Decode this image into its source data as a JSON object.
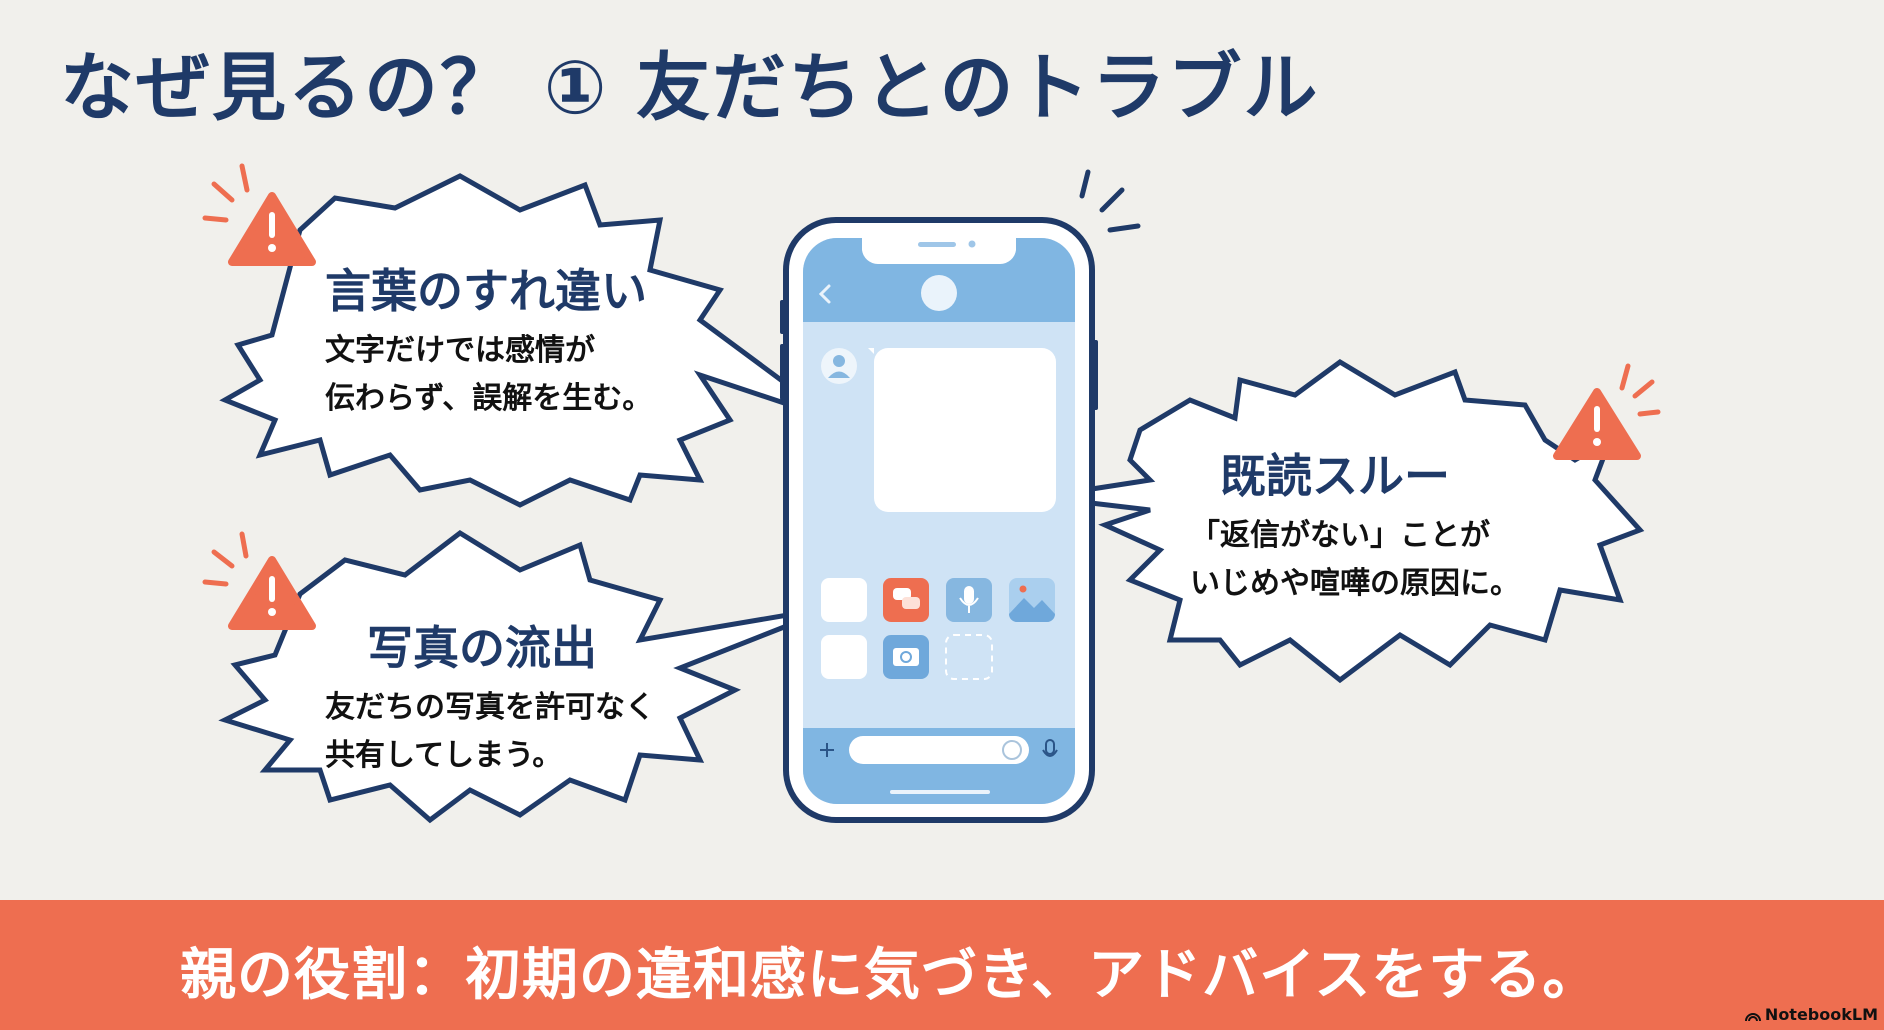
{
  "slide": {
    "title": "なぜ見るの？ ① 友だちとのトラブル"
  },
  "bursts": [
    {
      "id": "misunderstanding",
      "title": "言葉のすれ違い",
      "lines": [
        "文字だけでは感情が",
        "伝わらず、誤解を生む。"
      ],
      "icon": "warning-icon"
    },
    {
      "id": "photo-leak",
      "title": "写真の流出",
      "lines": [
        "友だちの写真を許可なく",
        "共有してしまう。"
      ],
      "icon": "warning-icon"
    },
    {
      "id": "read-ignore",
      "title": "既読スルー",
      "lines": [
        "「返信がない」ことが",
        "いじめや喧嘩の原因に。"
      ],
      "icon": "warning-icon"
    }
  ],
  "phone": {
    "icons": [
      "back-chevron-icon",
      "profile-avatar-icon",
      "chat-bubbles-icon",
      "microphone-icon",
      "image-icon",
      "camera-icon",
      "plus-icon",
      "emoji-icon",
      "voice-icon"
    ]
  },
  "footer": {
    "text": "親の役割：初期の違和感に気づき、アドバイスをする。",
    "brand": "NotebookLM"
  },
  "colors": {
    "navy": "#1f3a68",
    "accent": "#ee6e50",
    "phone_blue": "#7fb3e0",
    "background": "#f1f0ec"
  }
}
